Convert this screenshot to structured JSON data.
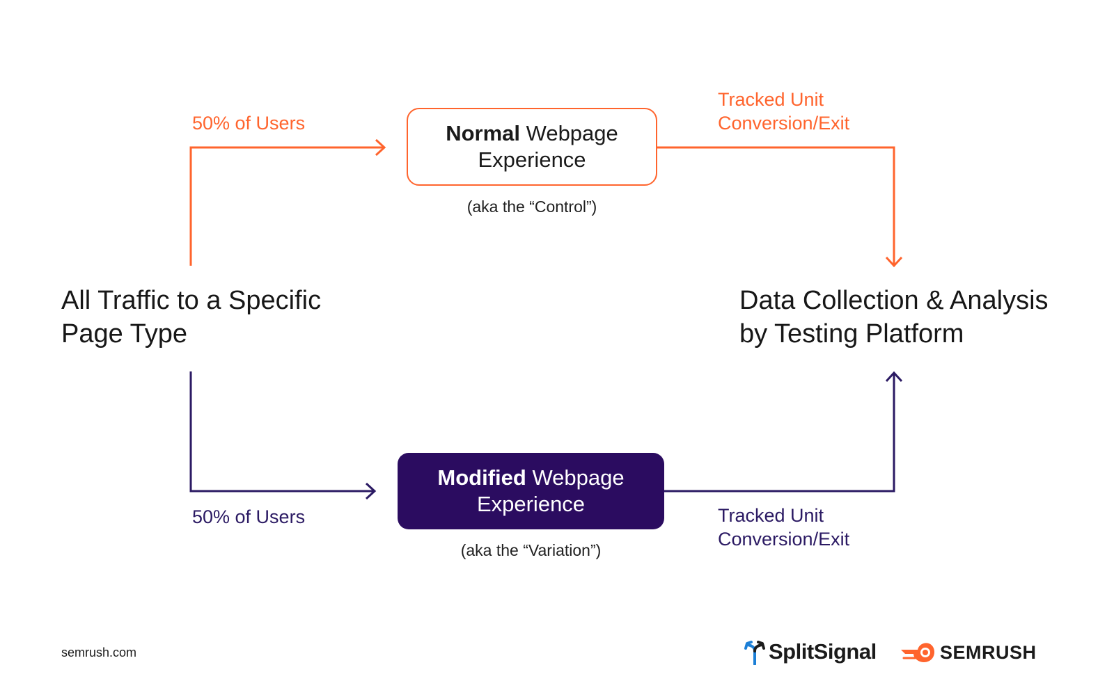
{
  "source": {
    "title_line1": "All Traffic to a Specific",
    "title_line2": "Page Type"
  },
  "destination": {
    "title_line1": "Data Collection & Analysis",
    "title_line2": "by Testing Platform"
  },
  "control_branch": {
    "split_label": "50% of Users",
    "box_bold": "Normal",
    "box_rest": " Webpage",
    "box_line2": "Experience",
    "aka": "(aka the “Control”)",
    "tracked_line1": "Tracked Unit",
    "tracked_line2": "Conversion/Exit",
    "color": "#ff642d"
  },
  "variation_branch": {
    "split_label": "50% of Users",
    "box_bold": "Modified",
    "box_rest": " Webpage",
    "box_line2": "Experience",
    "aka": "(aka the “Variation”)",
    "tracked_line1": "Tracked Unit",
    "tracked_line2": "Conversion/Exit",
    "color": "#2b1a63",
    "box_fill": "#2b0c60"
  },
  "footer": {
    "url": "semrush.com",
    "splitsignal_logo_text": "SplitSignal",
    "semrush_logo_text": "SEMRUSH"
  },
  "icons": {
    "splitsignal": "split-arrow-icon",
    "semrush": "semrush-fireball-icon"
  }
}
